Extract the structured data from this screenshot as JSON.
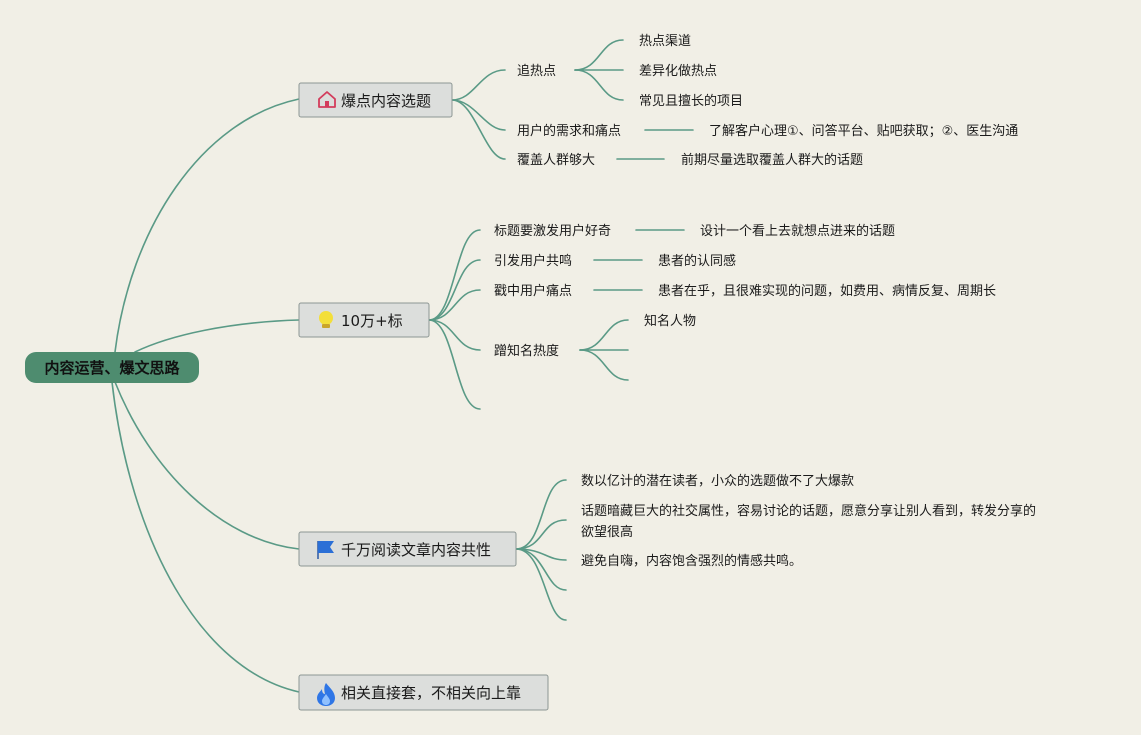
{
  "root": {
    "label": "内容运营、爆文思路"
  },
  "branches": [
    {
      "id": "b1",
      "label": "爆点内容选题",
      "icon": "house-icon",
      "children": [
        {
          "label": "追热点",
          "children": [
            "热点渠道",
            "差异化做热点",
            "常见且擅长的项目"
          ]
        },
        {
          "label": "用户的需求和痛点",
          "note": "了解客户心理①、问答平台、贴吧获取；②、医生沟通"
        },
        {
          "label": "覆盖人群够大",
          "note": "前期尽量选取覆盖人群大的话题"
        }
      ]
    },
    {
      "id": "b2",
      "label": "10万+标",
      "icon": "lightbulb-icon",
      "children": [
        {
          "label": "标题要激发用户好奇",
          "note": "设计一个看上去就想点进来的话题"
        },
        {
          "label": "引发用户共鸣",
          "note": "患者的认同感"
        },
        {
          "label": "戳中用户痛点",
          "note": "患者在乎，且很难实现的问题，如费用、病情反复、周期长"
        },
        {
          "label": "蹭知名热度",
          "children": [
            "知名人物",
            "",
            ""
          ]
        },
        {
          "label": ""
        }
      ]
    },
    {
      "id": "b3",
      "label": "千万阅读文章内容共性",
      "icon": "flag-icon",
      "children": [
        {
          "label": "数以亿计的潜在读者，小众的选题做不了大爆款"
        },
        {
          "label_lines": [
            "话题暗藏巨大的社交属性，容易讨论的话题，愿意分享让别人看到，转发分享的",
            "欲望很高"
          ]
        },
        {
          "label": "避免自嗨，内容饱含强烈的情感共鸣。"
        },
        {
          "label": ""
        },
        {
          "label": ""
        }
      ]
    },
    {
      "id": "b4",
      "label": "相关直接套，不相关向上靠",
      "icon": "fire-icon",
      "children": []
    }
  ],
  "colors": {
    "background": "#f1efe6",
    "link": "#5a9a86",
    "root_fill": "#4e8c6f",
    "branch_fill": "#dcdedc",
    "branch_border": "#8d9794"
  }
}
